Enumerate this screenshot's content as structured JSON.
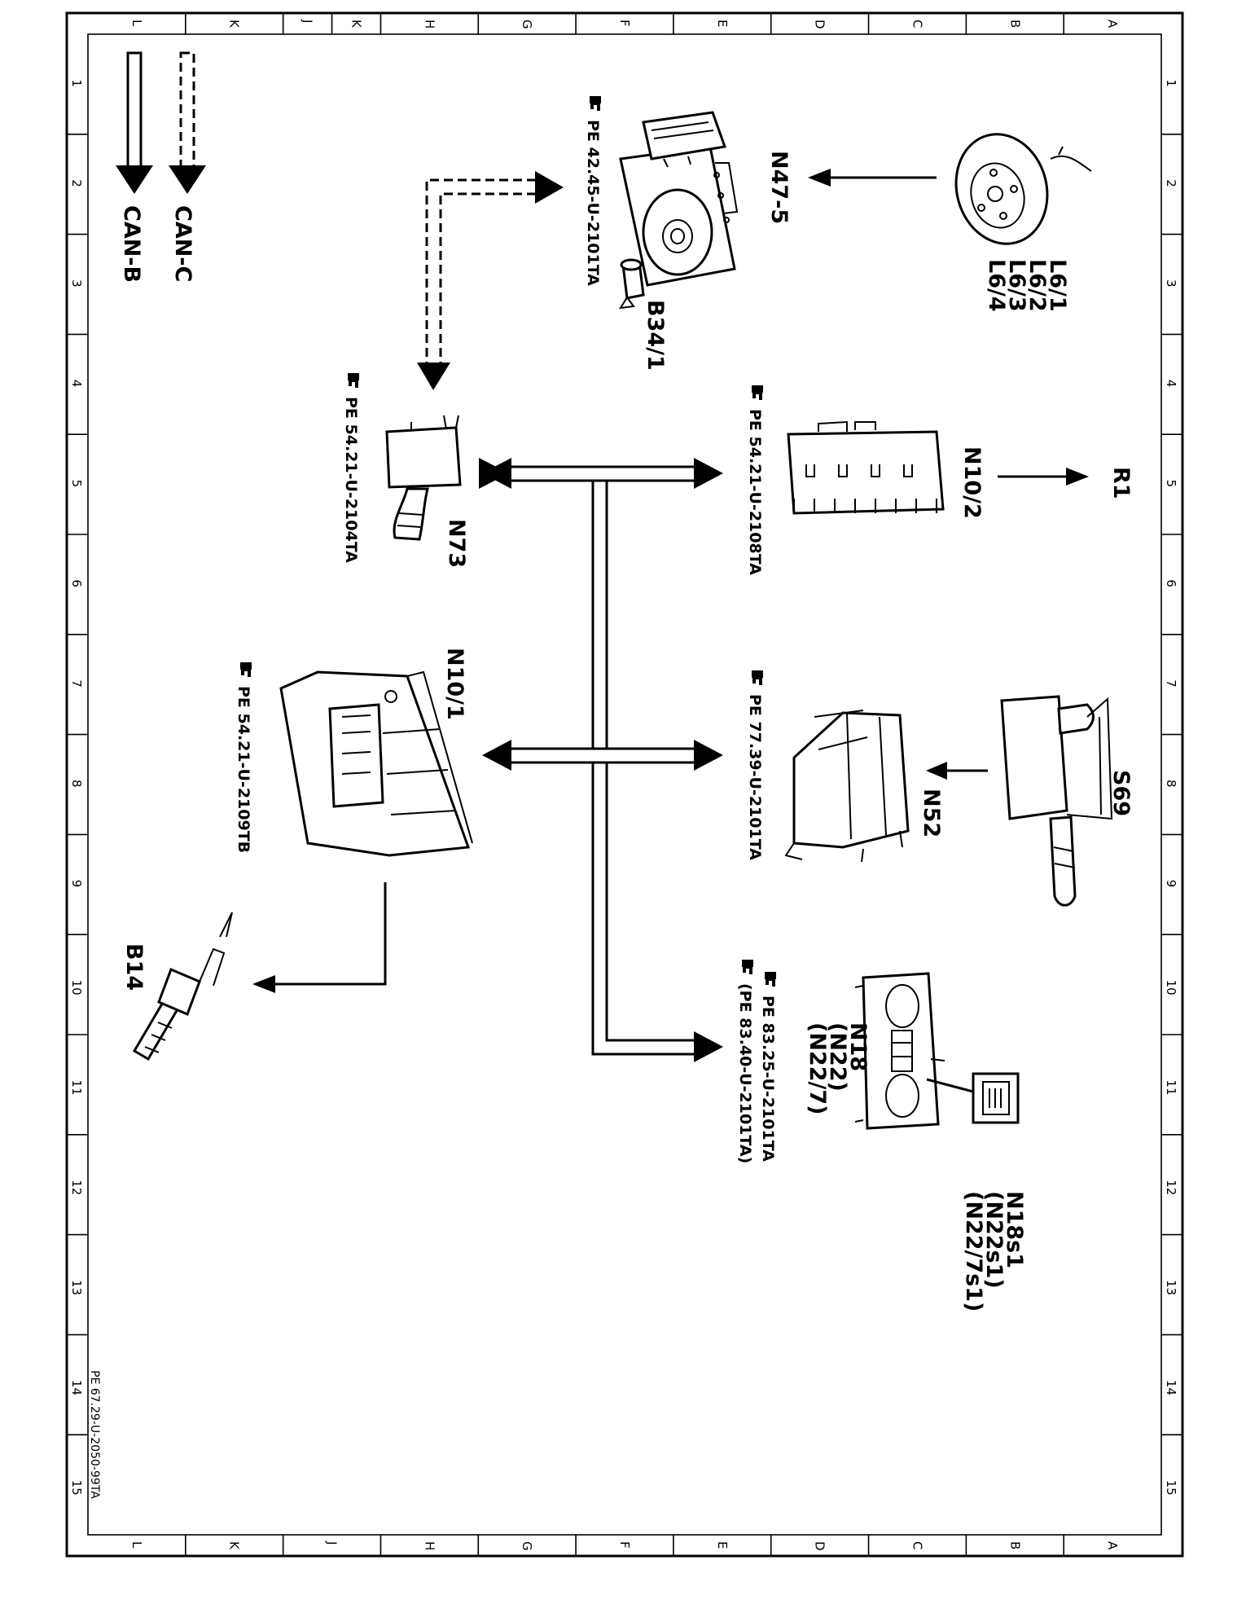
{
  "legend": {
    "can_c": "CAN-C",
    "can_b": "CAN-B"
  },
  "grid": {
    "letters_top": [
      "L",
      "K",
      "J",
      "K",
      "H",
      "G",
      "F",
      "E",
      "D",
      "C",
      "B",
      "A"
    ],
    "letters_bottom": [
      "L",
      "K",
      "J",
      "H",
      "G",
      "F",
      "E",
      "D",
      "C",
      "B",
      "A"
    ],
    "numbers": [
      "1",
      "2",
      "3",
      "4",
      "5",
      "6",
      "7",
      "8",
      "9",
      "10",
      "11",
      "12",
      "13",
      "14",
      "15"
    ]
  },
  "components": {
    "n47_5": {
      "label": "N47-5",
      "ref": "PE 42.45-U-2101TA"
    },
    "b34_1": {
      "label": "B34/1"
    },
    "l6": {
      "labels": [
        "L6/1",
        "L6/2",
        "L6/3",
        "L6/4"
      ]
    },
    "n73": {
      "label": "N73",
      "ref": "PE 54.21-U-2104TA"
    },
    "n10_2": {
      "label": "N10/2",
      "ref": "PE 54.21-U-2108TA"
    },
    "r1": {
      "label": "R1"
    },
    "n10_1": {
      "label": "N10/1",
      "ref": "PE 54.21-U-2109TB"
    },
    "n52": {
      "label": "N52",
      "ref": "PE 77.39-U-2101TA"
    },
    "s69": {
      "label": "S69"
    },
    "b14": {
      "label": "B14"
    },
    "n18": {
      "labels": [
        "N18",
        "(N22)",
        "(N22/7)"
      ],
      "refs": [
        "PE 83.25-U-2101TA",
        "(PE 83.40-U-2101TA)"
      ]
    },
    "n18s1": {
      "labels": [
        "N18s1",
        "(N22s1)",
        "(N22/7s1)"
      ]
    }
  },
  "footer_ref": "PE 67.29-U-2050-99TA"
}
